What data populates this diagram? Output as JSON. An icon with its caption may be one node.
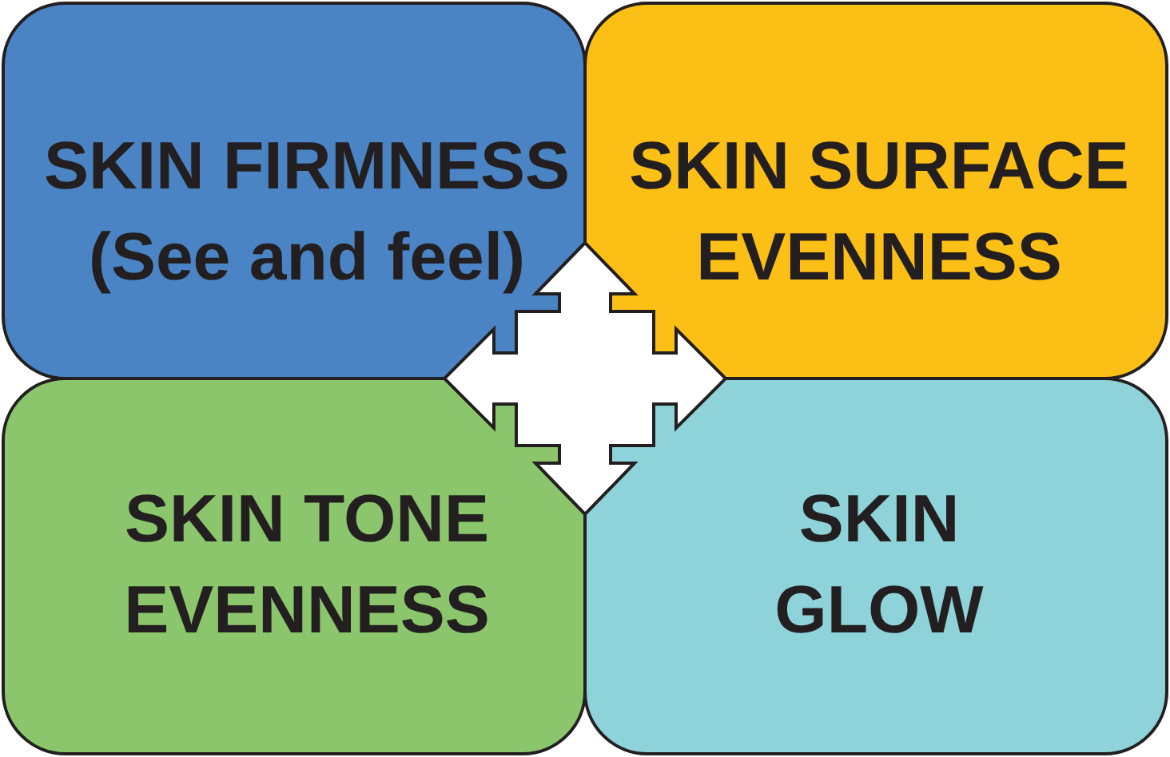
{
  "diagram": {
    "nodes": [
      {
        "text": [
          "SKIN FIRMNESS (See and feel)"
        ]
      },
      {
        "text": [
          "SKIN SURFACE EVENNESS"
        ]
      },
      {
        "text": [
          "SKIN TONE EVENNESS"
        ]
      },
      {
        "text": [
          "SKIN GLOW"
        ]
      }
    ]
  }
}
